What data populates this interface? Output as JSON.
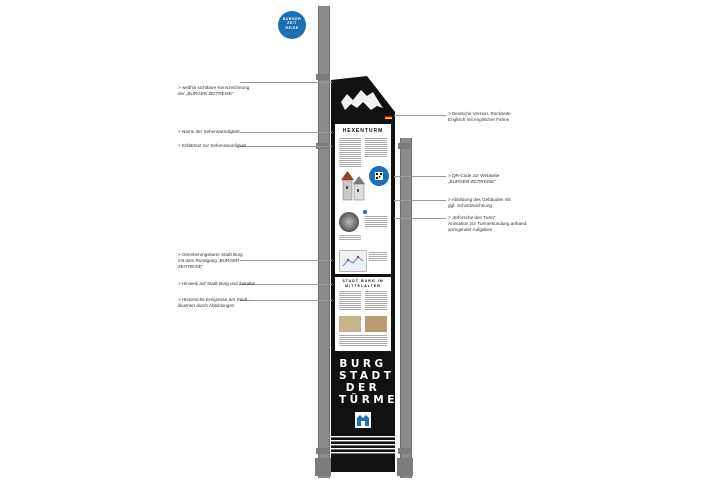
{
  "badge": {
    "lines": [
      "BURGER",
      "ZEIT",
      "REISE"
    ],
    "color": "#1d6fb3"
  },
  "annotations_left": [
    {
      "lines": [
        "> weithin sichtbare Kennzeichnung",
        "der „BURGER ZEITREISE“"
      ]
    },
    {
      "lines": [
        "> Name der Sehenswürdigkeit"
      ]
    },
    {
      "lines": [
        "> Erklärtext zur Sehenswürdigkeit"
      ]
    },
    {
      "lines": [
        "> Orientierungskarte Stadt Burg",
        "mit dem Rundgang „BURGER",
        "ZEITREISE“"
      ]
    },
    {
      "lines": [
        "> Hinweis auf Stadt Burg und Zeitalter"
      ]
    },
    {
      "lines": [
        "> Historische Ereignisse der Stadt,",
        "illustriert durch Abbildungen"
      ]
    }
  ],
  "annotations_right": [
    {
      "lines": [
        "> Deutsche Version, Rückseite",
        "Englisch mit englischer Fahne"
      ]
    },
    {
      "lines": [
        "> QR-Code zur Webseite",
        "„BURGER ZEITREISE“"
      ]
    },
    {
      "lines": [
        "> Abbildung des Gebäudes mit",
        "ggf. Schnittzeichnung"
      ]
    },
    {
      "lines": [
        "> „Erforsche den Turm“",
        "Animation zur Turmerkundung anhand",
        "anregender Aufgaben"
      ]
    }
  ],
  "sign": {
    "tower_name": "HEXENTURM",
    "section_heading": "STADT BURG IM MITTELALTER",
    "big_words": [
      "BURG",
      "STADT",
      "DER",
      "TÜRME"
    ]
  },
  "colors": {
    "post": "#8a8a8a",
    "sign": "#111111",
    "accent_blue": "#1d6fb3",
    "flag": [
      "#000000",
      "#dd0000",
      "#ffce00"
    ]
  }
}
